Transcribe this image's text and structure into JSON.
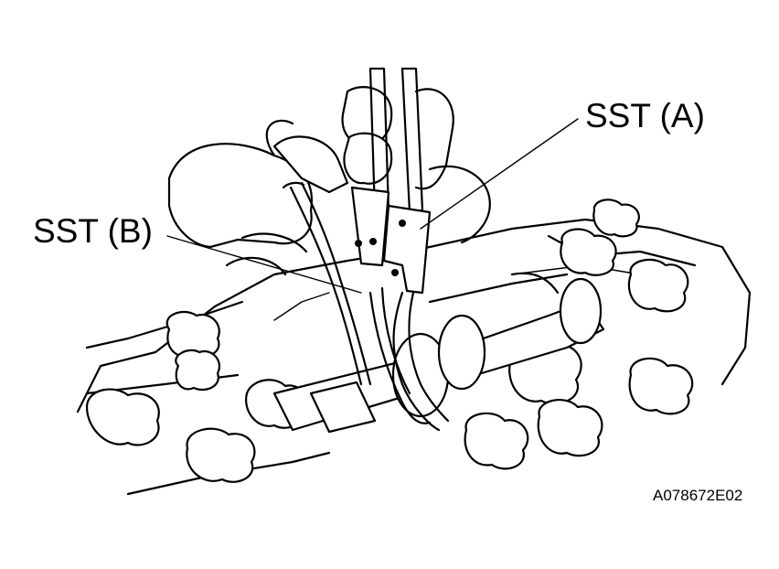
{
  "labels": {
    "sst_a": "SST (A)",
    "sst_b": "SST (B)",
    "figure_code": "A078672E02"
  },
  "colors": {
    "ink": "#000000",
    "background": "#ffffff"
  }
}
